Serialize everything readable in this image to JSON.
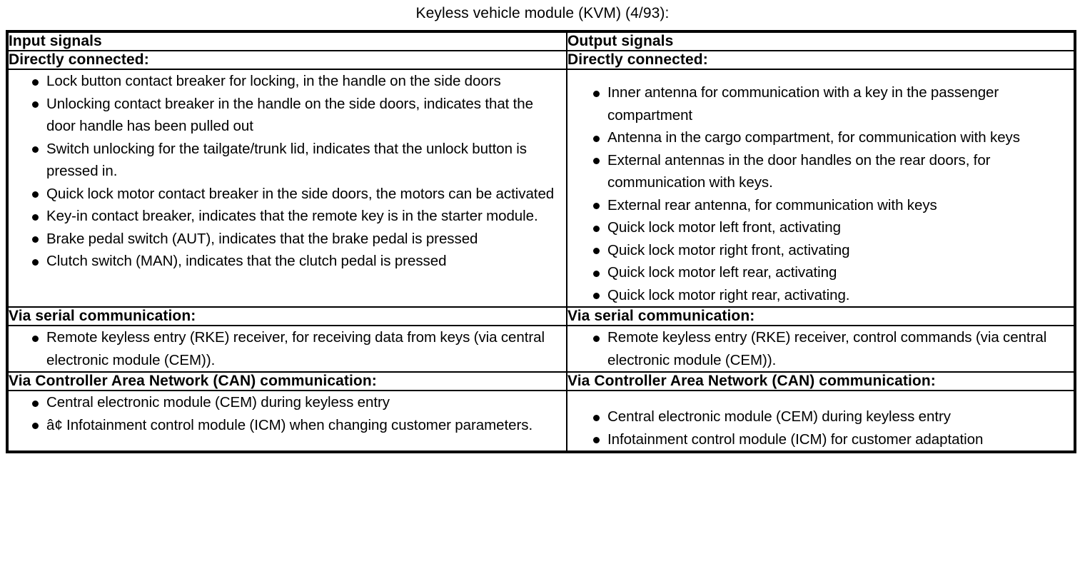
{
  "document": {
    "title": "Keyless vehicle module (KVM) (4/93):"
  },
  "table": {
    "columns": [
      {
        "header": "Input signals"
      },
      {
        "header": "Output signals"
      }
    ],
    "sections": [
      {
        "id": "directly-connected",
        "left_header": "Directly connected:",
        "right_header": "Directly connected:",
        "left_items": [
          "Lock button contact breaker for locking, in the handle on the side doors",
          "Unlocking contact breaker in the handle on the side doors, indicates that the door handle has been pulled out",
          "Switch unlocking for the tailgate/trunk lid, indicates that the unlock button is pressed in.",
          "Quick lock motor contact breaker in the side doors, the motors can be activated",
          "Key-in contact breaker, indicates that the remote key is in the starter module.",
          "Brake pedal switch (AUT), indicates that the brake pedal is pressed",
          "Clutch switch (MAN), indicates that the clutch pedal is pressed"
        ],
        "right_items": [
          "Inner antenna for communication with a key in the passenger compartment",
          "Antenna in the cargo compartment, for communication with keys",
          "External antennas in the door handles on the rear doors, for communication with keys.",
          "External rear antenna, for communication with keys",
          "Quick lock motor left front, activating",
          "Quick lock motor right front, activating",
          "Quick lock motor left rear, activating",
          "Quick lock motor right rear, activating."
        ]
      },
      {
        "id": "via-serial-communication",
        "left_header": "Via serial communication:",
        "right_header": "Via serial communication:",
        "left_items": [
          "Remote keyless entry (RKE) receiver, for receiving data from keys (via central electronic module (CEM))."
        ],
        "right_items": [
          "Remote keyless entry (RKE) receiver, control commands (via central electronic module (CEM))."
        ]
      },
      {
        "id": "via-can-communication",
        "left_header": "Via Controller Area Network (CAN) communication:",
        "right_header": "Via Controller Area Network (CAN) communication:",
        "left_items": [
          "Central electronic module (CEM) during keyless entry",
          "â¢ Infotainment control module (ICM) when changing customer parameters."
        ],
        "right_items": [
          "Central electronic module (CEM) during keyless entry",
          "Infotainment control module (ICM) for customer adaptation"
        ]
      }
    ]
  },
  "colors": {
    "text": "#000000",
    "background": "#ffffff",
    "border": "#000000"
  }
}
